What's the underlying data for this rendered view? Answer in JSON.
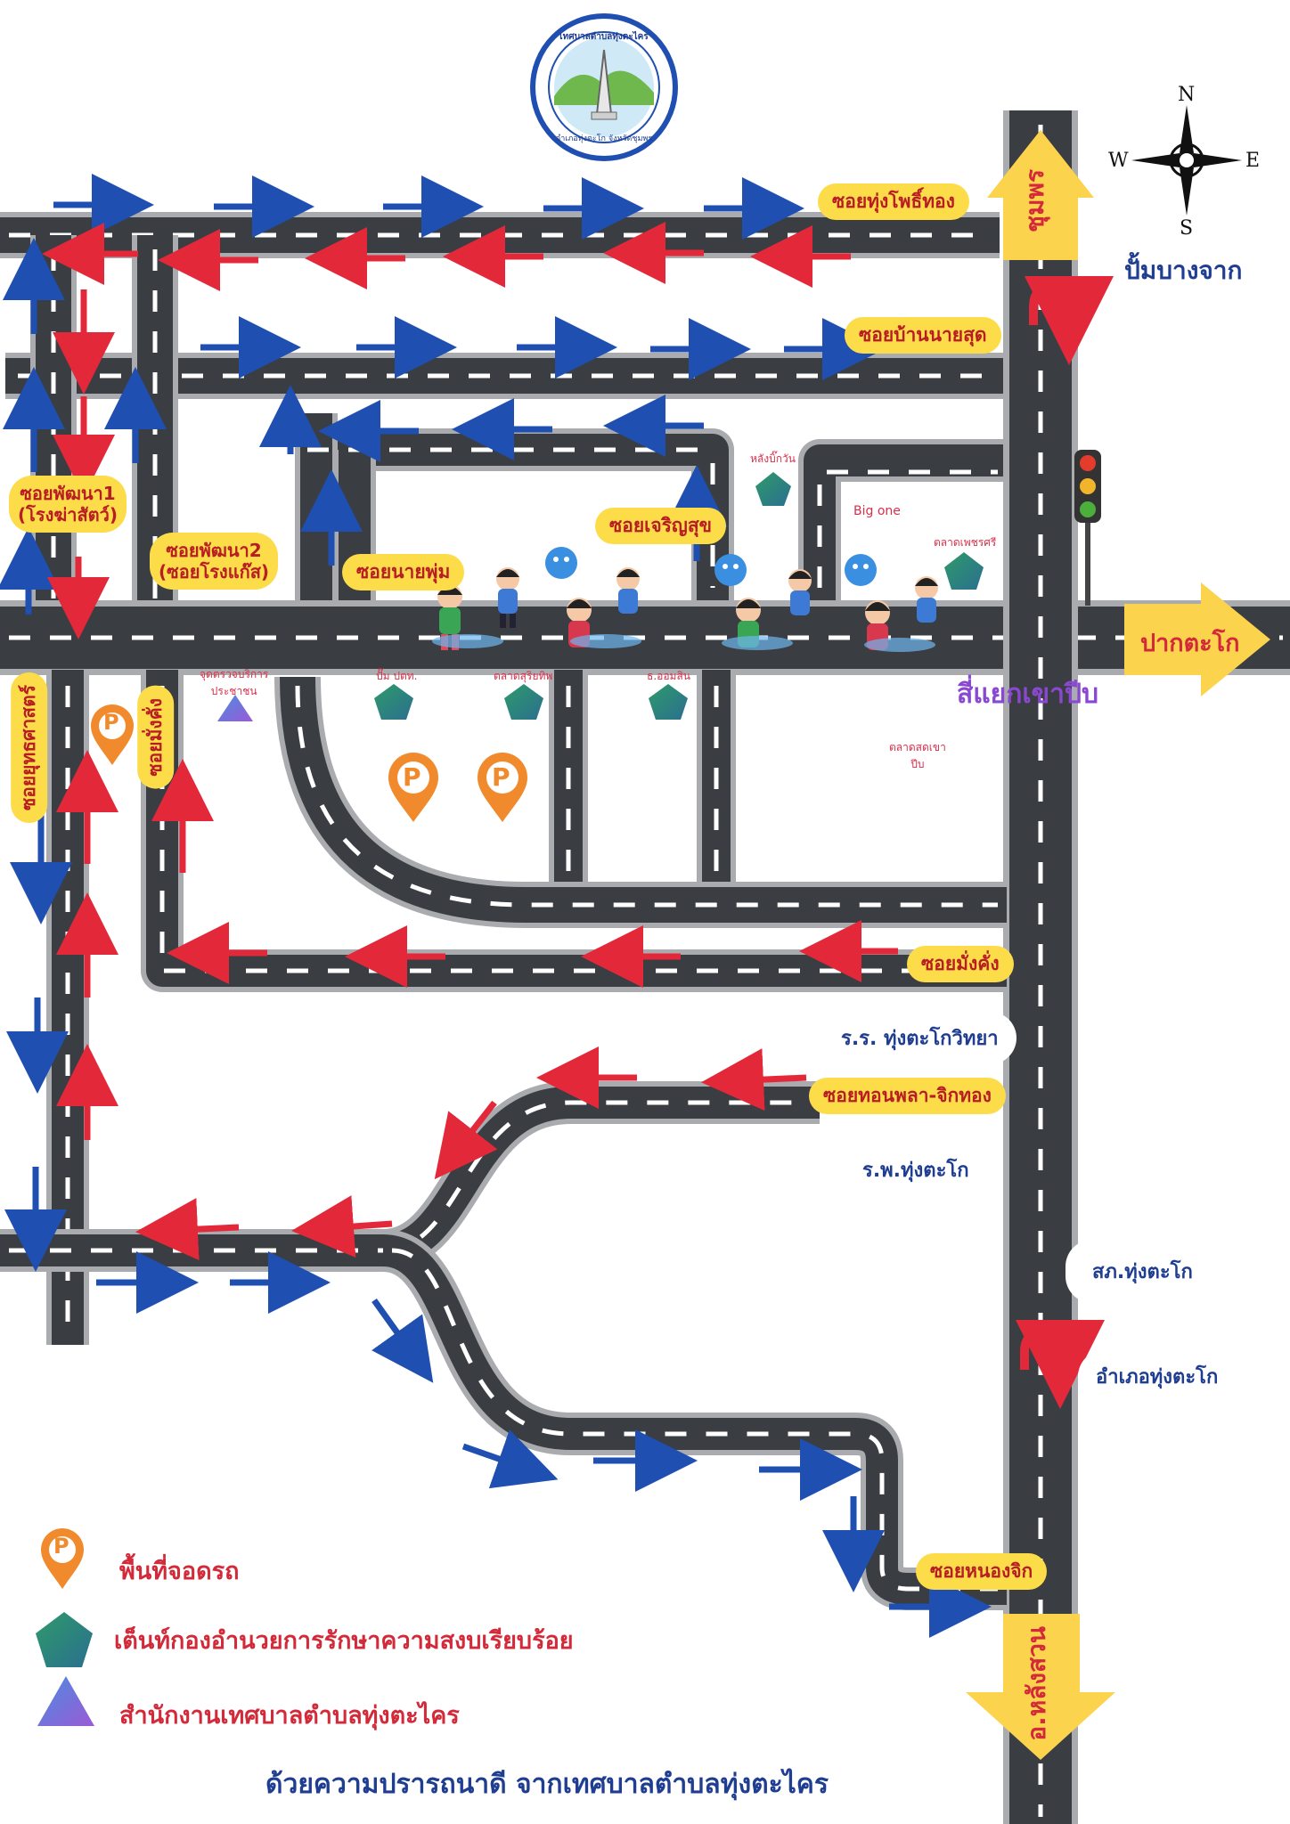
{
  "logo": {
    "top_text": "เทศบาลตำบลทุ่งตะไคร",
    "bottom_text": "อำเภอทุ่งตะโก จังหวัดชุมพร"
  },
  "compass": {
    "n": "N",
    "s": "S",
    "e": "E",
    "w": "W"
  },
  "destinations": {
    "north": "ชุมพร",
    "north_sub": "ปั้มบางจาก",
    "east": "ปากตะโก",
    "south": "อ.หลังสวน"
  },
  "intersection": "สี่แยกเขาปีบ",
  "sois": {
    "thung_pho_thong": "ซอยทุ่งโพธิ์ทอง",
    "ban_nai_sut": "ซอยบ้านนายสุด",
    "phatthana1_line1": "ซอยพัฒนา1",
    "phatthana1_line2": "(โรงฆ่าสัตว์)",
    "phatthana2_line1": "ซอยพัฒนา2",
    "phatthana2_line2": "(ซอยโรงแก๊ส)",
    "nai_phum": "ซอยนายพุ่ม",
    "charoen_suk": "ซอยเจริญสุข",
    "yutthasat": "ซอยยุทธศาสตร์",
    "mang_khang_v": "ซอยมั่งคั่ง",
    "mang_khang": "ซอยมั่งคั่ง",
    "thon_phla": "ซอยทอนพลา-จิกทอง",
    "nong_chik": "ซอยหนองจิก"
  },
  "places": {
    "school": "ร.ร. ทุ่งตะโกวิทยา",
    "hospital": "ร.พ.ทุ่งตะโก",
    "police": "สภ.ทุ่งตะโก",
    "district": "อำเภอทุ่งตะโก",
    "behind_bank": "หลังบิ๊กวัน",
    "big_one": "Big one",
    "phet_market": "ตลาดเพชรศรี",
    "checkpoint_line1": "จุดตรวจบริการ",
    "checkpoint_line2": "ประชาชน",
    "ptt": "ปั๊ม ปตท.",
    "sun_market": "ตลาดสุริยทิพ",
    "omsin": "ธ.ออมสิน",
    "fresh_market_line1": "ตลาดสดเขา",
    "fresh_market_line2": "ปีบ"
  },
  "legend": {
    "parking": "พื้นที่จอดรถ",
    "tent": "เต็นท์กองอำนวยการรักษาความสงบเรียบร้อย",
    "office": "สำนักงานเทศบาลตำบลทุ่งตะไคร"
  },
  "parking_letter": "P",
  "footer": "ด้วยความปรารถนาดี จากเทศบาลตำบลทุ่งตะไคร",
  "colors": {
    "road": "#3a3d42",
    "arrow_red": "#e3283a",
    "arrow_blue": "#1f4fb0",
    "label_yellow": "#fddc4a",
    "label_text": "#b81d24",
    "tent_green": "#2f8a63",
    "parking_orange": "#f08a2c",
    "office_purple": "#7b5fd1"
  }
}
